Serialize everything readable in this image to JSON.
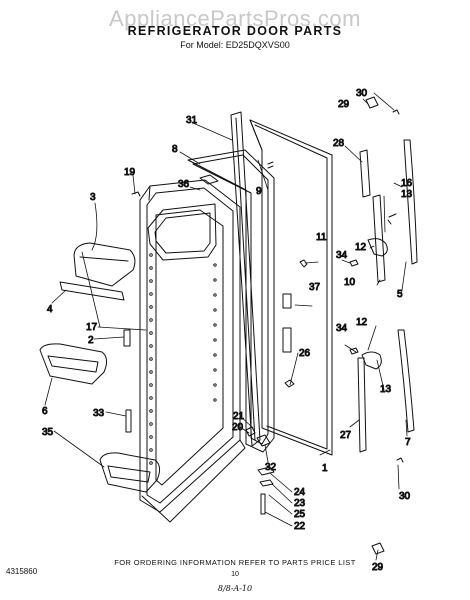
{
  "watermark": "AppliancePartsPros.com",
  "title": "REFRIGERATOR DOOR PARTS",
  "model": "For Model: ED25DQXVS00",
  "footer": "FOR ORDERING INFORMATION REFER TO PARTS PRICE LIST",
  "doc_number": "4315860",
  "page_number": "10",
  "handwritten": "8/8-A-10",
  "callouts": {
    "c1": "1",
    "c2": "2",
    "c3": "3",
    "c4": "4",
    "c5": "5",
    "c6": "6",
    "c7": "7",
    "c8": "8",
    "c9": "9",
    "c10": "10",
    "c11": "11",
    "c12a": "12",
    "c12b": "12",
    "c13a": "13",
    "c13b": "13",
    "c16": "16",
    "c17": "17",
    "c19": "19",
    "c20": "20",
    "c21": "21",
    "c22": "22",
    "c23": "23",
    "c24": "24",
    "c25": "25",
    "c26": "26",
    "c27": "27",
    "c28": "28",
    "c29a": "29",
    "c29b": "29",
    "c30a": "30",
    "c30b": "30",
    "c31": "31",
    "c32": "32",
    "c33": "33",
    "c34a": "34",
    "c34b": "34",
    "c35": "35",
    "c36": "36",
    "c37": "37"
  }
}
